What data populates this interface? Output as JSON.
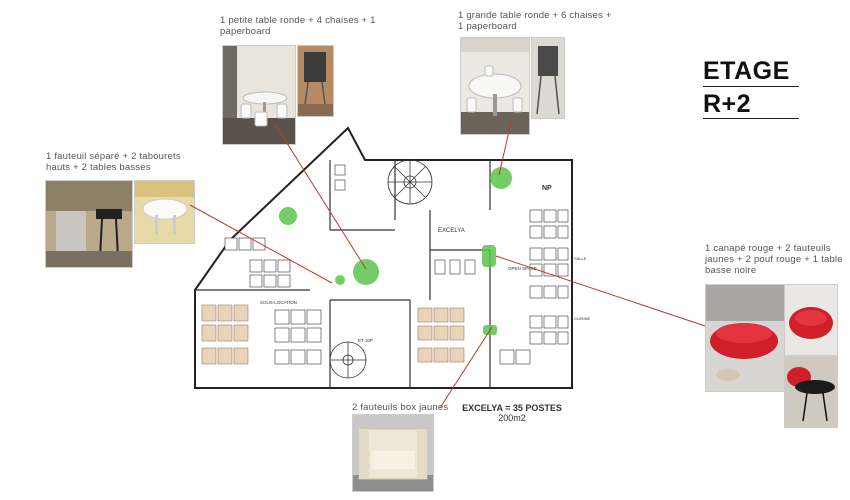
{
  "title": {
    "line1": "ETAGE",
    "line2": "R+2"
  },
  "captions": {
    "small_meeting": "1 petite table ronde + 4 chaises + 1 paperboard",
    "large_meeting": "1 grande table ronde + 6 chaises + 1 paperboard",
    "lounge_left": "1 fauteuil séparé + 2 tabourets hauts + 2 tables basses",
    "lounge_right": "1 canapé rouge + 2 fauteuils jaunes + 2 pouf rouge + 1 table basse noire",
    "box_chairs": "2 fauteuils box jaunes"
  },
  "stats": {
    "line1": "EXCELYA = 35 POSTES",
    "line2": "200m2"
  },
  "plan_labels": {
    "excelya": "EXCELYA",
    "sous_location": "SOUS-LOCATION",
    "open_space": "OPEN SPACE",
    "salle": "SALLE",
    "cuisine": "CUISINE",
    "et": "ET 10P",
    "np": "NP"
  },
  "colors": {
    "leader_line": "#c0392b",
    "plant_green": "#5cc44c",
    "sofa_red": "#d01e2a",
    "floor_wood": "#c89c72"
  }
}
